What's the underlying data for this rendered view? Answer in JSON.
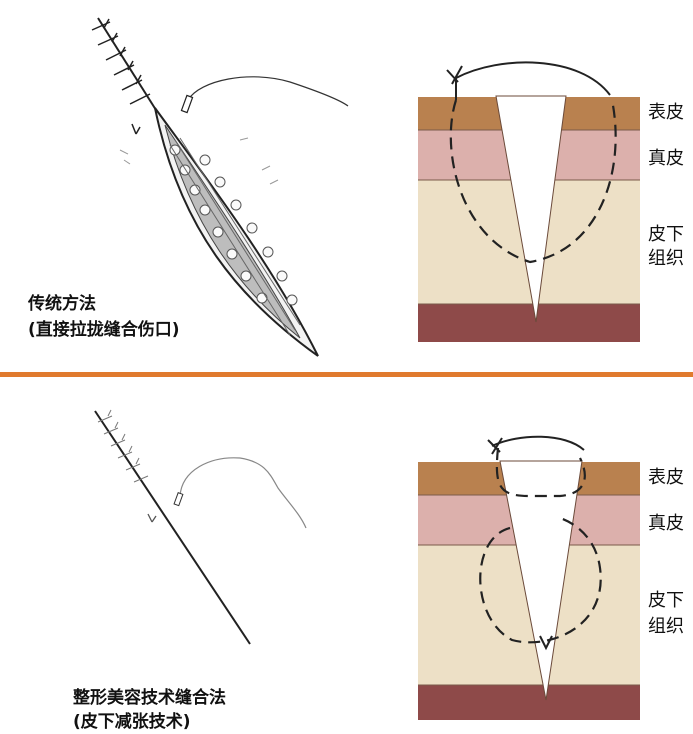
{
  "colors": {
    "divider": "#e07a2e",
    "epidermis": "#b9814f",
    "dermis": "#dcb0ac",
    "subcutaneous": "#ede0c6",
    "deep_layer": "#8e4a49",
    "suture": "#222222"
  },
  "top": {
    "caption_line1": "传统方法",
    "caption_line2": "(直接拉拢缝合伤口)",
    "layers": {
      "epidermis": "表皮",
      "dermis": "真皮",
      "subcutaneous_line1": "皮下",
      "subcutaneous_line2": "组织"
    }
  },
  "bottom": {
    "caption_line1": "整形美容技术缝合法",
    "caption_line2": "(皮下减张技术)",
    "layers": {
      "epidermis": "表皮",
      "dermis": "真皮",
      "subcutaneous_line1": "皮下",
      "subcutaneous_line2": "组织"
    }
  }
}
